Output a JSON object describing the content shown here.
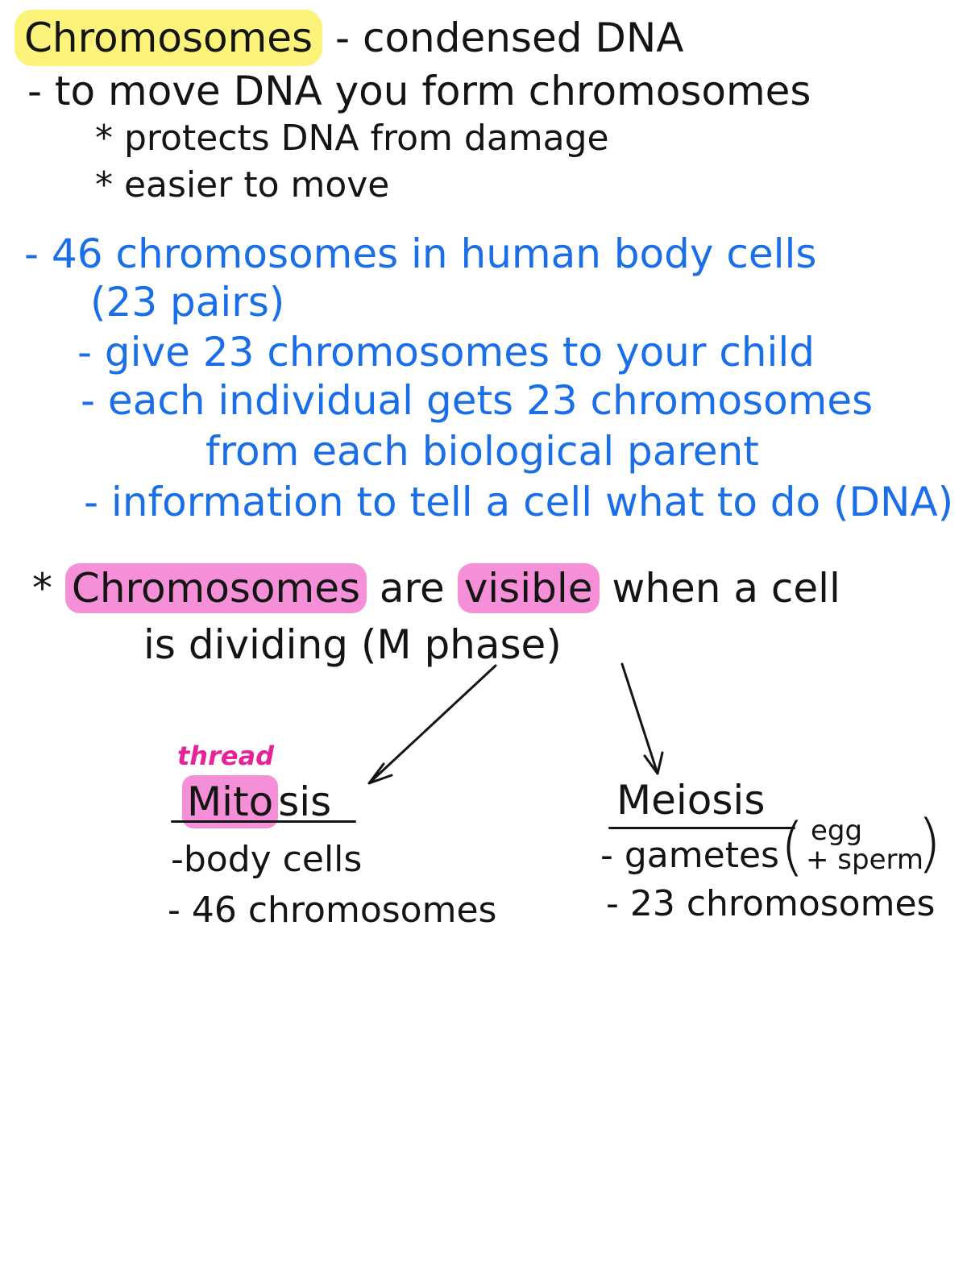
{
  "notes": {
    "heading_term": "Chromosomes",
    "heading_definition": "- condensed DNA",
    "l1": "- to move DNA you form chromosomes",
    "l2": "* protects DNA from damage",
    "l3": "* easier to move",
    "b1": "- 46 chromosomes in human body cells",
    "b2": "(23 pairs)",
    "b3": "- give 23 chromosomes to your child",
    "b4": "- each individual gets 23 chromosomes",
    "b5": "from each biological parent",
    "b6": "- information to tell a cell what to do (DNA)",
    "s_star": "*",
    "s_term": "Chromosomes",
    "s_are": "are",
    "s_visible": "visible",
    "s_rest": "when a cell",
    "s2": "is dividing (M phase)"
  },
  "mitosis": {
    "annotation": "thread",
    "title_hl": "Mito",
    "title_rest": "sis",
    "items": [
      "-body cells",
      "- 46 chromosomes"
    ]
  },
  "meiosis": {
    "title": "Meiosis",
    "item1": "- gametes",
    "paren_top": "egg",
    "paren_bottom": "+ sperm",
    "item2": "- 23 chromosomes"
  },
  "colors": {
    "ink": "#141414",
    "blue": "#1a6fe8",
    "pink": "#e8239a",
    "highlight_yellow": "#fbf37a",
    "highlight_pink": "#f590d8"
  }
}
